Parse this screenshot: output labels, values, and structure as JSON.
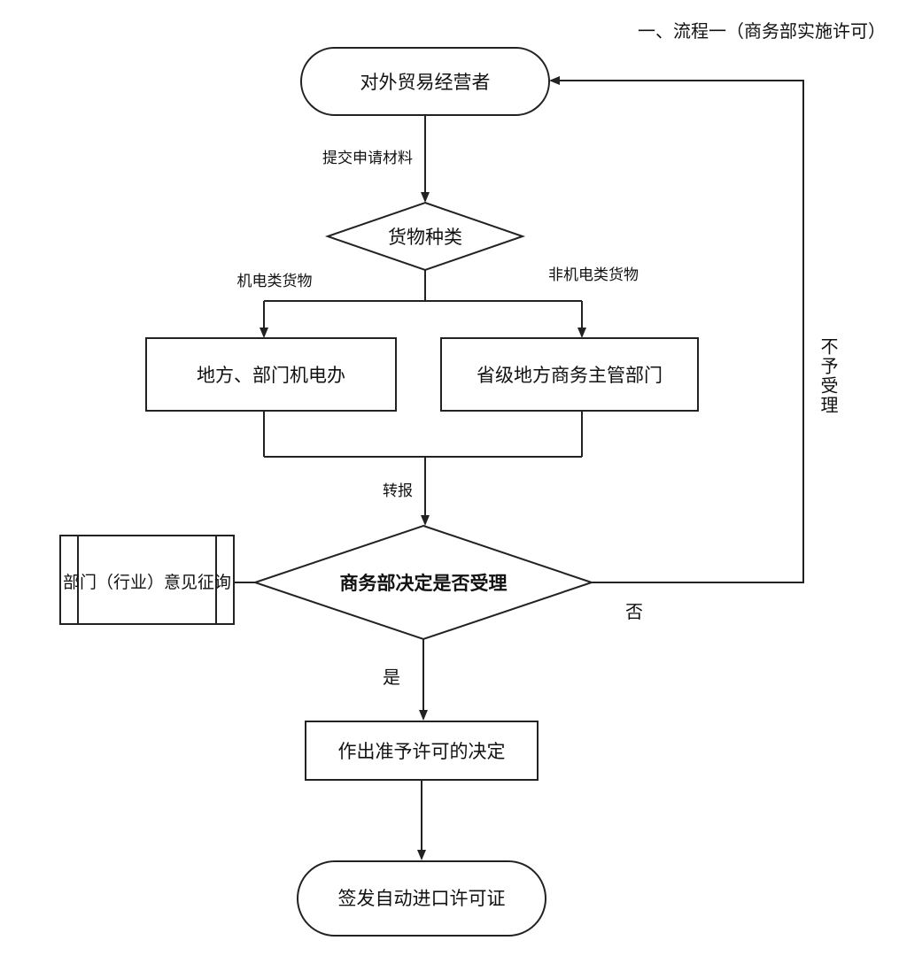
{
  "title": "一、流程一（商务部实施许可）",
  "nodes": {
    "start": "对外贸易经营者",
    "decision_goods": "货物种类",
    "local_mech_office": "地方、部门机电办",
    "provincial_commerce": "省级地方商务主管部门",
    "decision_accept": "商务部决定是否受理",
    "consult": "部门（行业）意见征询",
    "grant_decision": "作出准予许可的决定",
    "end": "签发自动进口许可证"
  },
  "edge_labels": {
    "submit_materials": "提交申请材料",
    "mech_goods": "机电类货物",
    "non_mech_goods": "非机电类货物",
    "forward": "转报",
    "yes": "是",
    "no": "否",
    "not_accepted": "不予受理"
  }
}
